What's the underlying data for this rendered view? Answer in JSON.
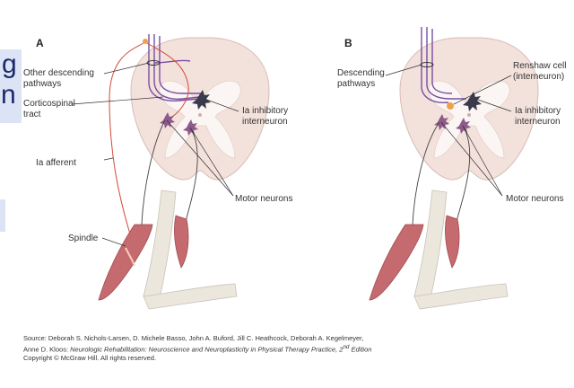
{
  "panel_a": {
    "letter": "A",
    "labels": {
      "other_descending": [
        "Other descending",
        "pathways"
      ],
      "corticospinal": [
        "Corticospinal",
        "tract"
      ],
      "ia_afferent": "Ia afferent",
      "ia_inhibitory": [
        "Ia inhibitory",
        "interneuron"
      ],
      "motor_neurons": "Motor neurons",
      "spindle": "Spindle"
    }
  },
  "panel_b": {
    "letter": "B",
    "labels": {
      "descending": [
        "Descending",
        "pathways"
      ],
      "renshaw": [
        "Renshaw cell",
        "(interneuron)"
      ],
      "ia_inhibitory": [
        "Ia inhibitory",
        "interneuron"
      ],
      "motor_neurons": "Motor neurons"
    }
  },
  "slide_fragments": {
    "top_letter_1": "g",
    "top_letter_2": "n"
  },
  "source": {
    "line1": "Source: Deborah S. Nichols-Larsen, D. Michele Basso, John A. Buford, Jill C. Heathcock, Deborah A. Kegelmeyer,",
    "line2_prefix": "Anne D. Kloos: ",
    "line2_italic": "Neurologic Rehabilitation: Neuroscience and Neuroplasticity in Physical Therapy Practice, 2",
    "line2_sup": "nd",
    "line2_suffix": " Edition",
    "line3": "Copyright © McGraw Hill. All rights reserved."
  },
  "colors": {
    "cord": "#f3e1dc",
    "gray_matter": "#fbf6f4",
    "pathway": "#7b4fa0",
    "afferent": "#d24a3a",
    "muscle": "#c56a6e",
    "bone": "#ece7dd",
    "neuron": "#8d5a8a",
    "renshaw": "#f0a04b",
    "interneuron": "#3a3a4a"
  }
}
